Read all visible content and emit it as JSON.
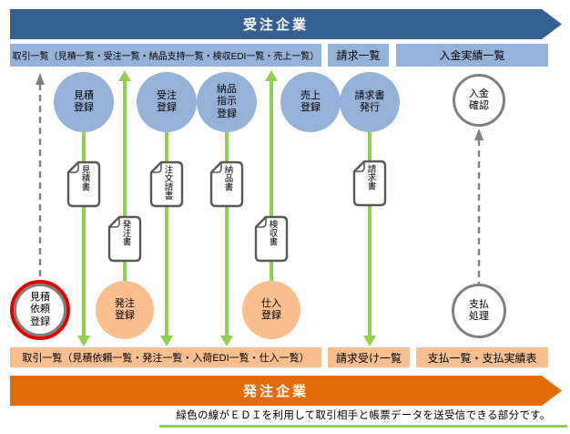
{
  "banners": {
    "top_label": "受注企業",
    "bottom_label": "発注企業"
  },
  "top_boxes": [
    {
      "label": "取引一覧（見積一覧・受注一覧・納品支持一覧・検収EDI一覧・売上一覧）"
    },
    {
      "label": "請求一覧"
    },
    {
      "label": "入金実績一覧"
    }
  ],
  "bottom_boxes": [
    {
      "label": "取引一覧（見積依頼一覧・発注一覧・入荷EDI一覧・仕入一覧）"
    },
    {
      "label": "請求受け一覧"
    },
    {
      "label": "支払一覧・支払実績表"
    }
  ],
  "top_circles": [
    {
      "label": "見積\n登録",
      "style": "blue"
    },
    {
      "label": "受注\n登録",
      "style": "blue"
    },
    {
      "label": "納品\n指示\n登録",
      "style": "blue"
    },
    {
      "label": "売上\n登録",
      "style": "blue"
    },
    {
      "label": "請求書\n発行",
      "style": "blue"
    },
    {
      "label": "入金\n確認",
      "style": "white-outline"
    }
  ],
  "bottom_circles": [
    {
      "label": "見積\n依頼\n登録",
      "style": "white-red-ring"
    },
    {
      "label": "発注\n登録",
      "style": "orange"
    },
    {
      "label": "仕入\n登録",
      "style": "orange"
    },
    {
      "label": "支払\n処理",
      "style": "white-outline"
    }
  ],
  "documents": [
    {
      "label": "見積書"
    },
    {
      "label": "発注書"
    },
    {
      "label": "注文請書"
    },
    {
      "label": "納品書"
    },
    {
      "label": "検収書"
    },
    {
      "label": "請求書"
    }
  ],
  "caption": "緑色の線がＥＤＩを利用して取引相手と帳票データを送受信できる部分です。",
  "colors": {
    "dark_blue": "#366092",
    "light_blue": "#95B3D7",
    "dark_orange": "#E26B0A",
    "light_orange": "#FABF8F",
    "edi_green": "#92D050",
    "gray": "#808080",
    "red_ring": "#E00000"
  }
}
